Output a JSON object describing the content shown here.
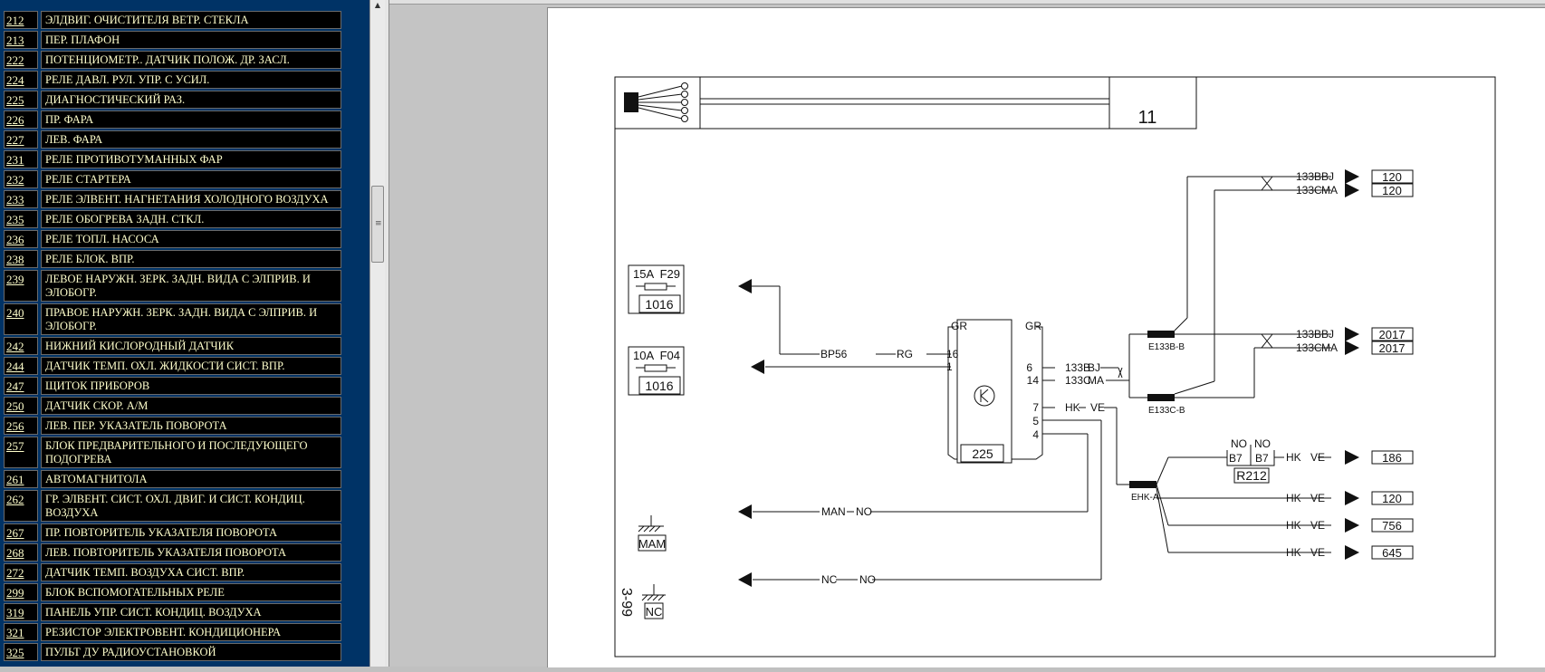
{
  "toc": {
    "rows": [
      {
        "num": "212",
        "label": "ЭЛДВИГ. ОЧИСТИТЕЛЯ ВЕТР. СТЕКЛА"
      },
      {
        "num": "213",
        "label": "ПЕР. ПЛАФОН"
      },
      {
        "num": "222",
        "label": "ПОТЕНЦИОМЕТР.. ДАТЧИК ПОЛОЖ. ДР. ЗАСЛ."
      },
      {
        "num": "224",
        "label": "РЕЛЕ ДАВЛ. РУЛ. УПР. С УСИЛ."
      },
      {
        "num": "225",
        "label": "ДИАГНОСТИЧЕСКИЙ РАЗ."
      },
      {
        "num": "226",
        "label": "ПР. ФАРА"
      },
      {
        "num": "227",
        "label": "ЛЕВ. ФАРА"
      },
      {
        "num": "231",
        "label": "РЕЛЕ ПРОТИВОТУМАННЫХ ФАР"
      },
      {
        "num": "232",
        "label": "РЕЛЕ СТАРТЕРА"
      },
      {
        "num": "233",
        "label": "РЕЛЕ ЭЛВЕНТ. НАГНЕТАНИЯ ХОЛОДНОГО ВОЗДУХА"
      },
      {
        "num": "235",
        "label": "РЕЛЕ ОБОГРЕВА ЗАДН. СТКЛ."
      },
      {
        "num": "236",
        "label": "РЕЛЕ ТОПЛ. НАСОСА"
      },
      {
        "num": "238",
        "label": "РЕЛЕ БЛОК. ВПР."
      },
      {
        "num": "239",
        "label": "ЛЕВОЕ НАРУЖН. ЗЕРК. ЗАДН. ВИДА С ЭЛПРИВ. И ЭЛОБОГР."
      },
      {
        "num": "240",
        "label": "ПРАВОЕ НАРУЖН. ЗЕРК. ЗАДН. ВИДА С ЭЛПРИВ. И ЭЛОБОГР."
      },
      {
        "num": "242",
        "label": "НИЖНИЙ КИСЛОРОДНЫЙ ДАТЧИК"
      },
      {
        "num": "244",
        "label": "ДАТЧИК ТЕМП. ОХЛ. ЖИДКОСТИ СИСТ. ВПР."
      },
      {
        "num": "247",
        "label": "ЩИТОК ПРИБОРОВ"
      },
      {
        "num": "250",
        "label": "ДАТЧИК СКОР. А/М"
      },
      {
        "num": "256",
        "label": "ЛЕВ. ПЕР. УКАЗАТЕЛЬ ПОВОРОТА"
      },
      {
        "num": "257",
        "label": "БЛОК ПРЕДВАРИТЕЛЬНОГО И ПОСЛЕДУЮЩЕГО ПОДОГРЕВА"
      },
      {
        "num": "261",
        "label": "АВТОМАГНИТОЛА"
      },
      {
        "num": "262",
        "label": "ГР. ЭЛВЕНТ. СИСТ. ОХЛ. ДВИГ. И СИСТ. КОНДИЦ. ВОЗДУХА"
      },
      {
        "num": "267",
        "label": "ПР. ПОВТОРИТЕЛЬ УКАЗАТЕЛЯ ПОВОРОТА"
      },
      {
        "num": "268",
        "label": "ЛЕВ. ПОВТОРИТЕЛЬ УКАЗАТЕЛЯ ПОВОРОТА"
      },
      {
        "num": "272",
        "label": "ДАТЧИК ТЕМП. ВОЗДУХА СИСТ. ВПР."
      },
      {
        "num": "299",
        "label": "БЛОК ВСПОМОГАТЕЛЬНЫХ РЕЛЕ"
      },
      {
        "num": "319",
        "label": "ПАНЕЛЬ УПР. СИСТ. КОНДИЦ. ВОЗДУХА"
      },
      {
        "num": "321",
        "label": "РЕЗИСТОР ЭЛЕКТРОВЕНТ. КОНДИЦИОНЕРА"
      },
      {
        "num": "325",
        "label": "ПУЛЬТ ДУ РАДИОУСТАНОВКОЙ"
      }
    ]
  },
  "diagram": {
    "page_number": "11",
    "fuse1": {
      "rating": "15A",
      "id": "F29",
      "ref": "1016"
    },
    "fuse2": {
      "rating": "10A",
      "id": "F04",
      "ref": "1016"
    },
    "wire_bp56": "BP56",
    "wire_rg": "RG",
    "relay": {
      "ref": "225",
      "gr_left": "GR",
      "gr_right": "GR",
      "pin16": "16",
      "pin1": "1",
      "pin6": "6",
      "pin14": "14",
      "pin7": "7",
      "pin5": "5",
      "pin4": "4"
    },
    "w133b": "133B",
    "w133c": "133C",
    "bj": "BJ",
    "ma": "MA",
    "hk": "HK",
    "ve": "VE",
    "junctions": {
      "e133bb": "E133B-B",
      "e133cb": "E133C-B",
      "ehka": "EHK-A"
    },
    "dest": {
      "d120a": "120",
      "d120b": "120",
      "d2017a": "2017",
      "d2017b": "2017",
      "d186": "186",
      "d120c": "120",
      "d756": "756",
      "d645": "645"
    },
    "r212": {
      "ref": "R212",
      "no1": "NO",
      "no2": "NO",
      "b7a": "B7",
      "b7b": "B7"
    },
    "man": "MAN",
    "nc": "NC",
    "no": "NO",
    "ground1": "MAM",
    "ground2": "NC",
    "revision": "3-99"
  }
}
